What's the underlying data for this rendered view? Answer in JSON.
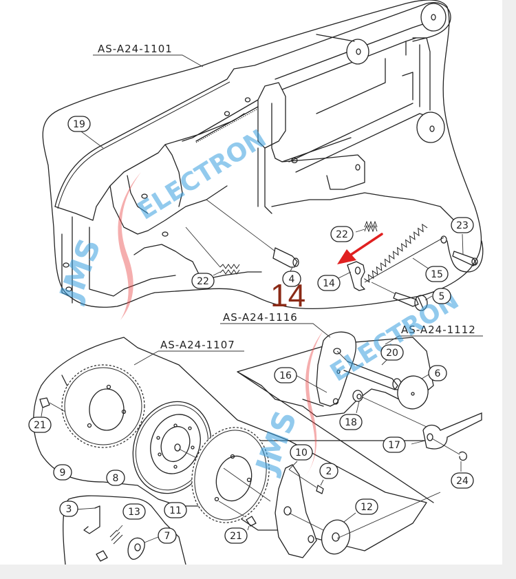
{
  "diagram": {
    "type": "exploded-parts-view",
    "assembly_labels": [
      {
        "id": "asm-1101",
        "text": "AS-A24-1101"
      },
      {
        "id": "asm-1116",
        "text": "AS-A24-1116"
      },
      {
        "id": "asm-1107",
        "text": "AS-A24-1107"
      },
      {
        "id": "asm-1112",
        "text": "AS-A24-1112"
      }
    ],
    "callouts": [
      {
        "id": "19",
        "label": "19"
      },
      {
        "id": "22a",
        "label": "22"
      },
      {
        "id": "22b",
        "label": "22"
      },
      {
        "id": "4",
        "label": "4"
      },
      {
        "id": "14",
        "label": "14"
      },
      {
        "id": "15",
        "label": "15"
      },
      {
        "id": "5",
        "label": "5"
      },
      {
        "id": "23",
        "label": "23"
      },
      {
        "id": "16",
        "label": "16"
      },
      {
        "id": "20",
        "label": "20"
      },
      {
        "id": "6",
        "label": "6"
      },
      {
        "id": "18",
        "label": "18"
      },
      {
        "id": "17",
        "label": "17"
      },
      {
        "id": "24",
        "label": "24"
      },
      {
        "id": "21a",
        "label": "21"
      },
      {
        "id": "9",
        "label": "9"
      },
      {
        "id": "8",
        "label": "8"
      },
      {
        "id": "11",
        "label": "11"
      },
      {
        "id": "21b",
        "label": "21"
      },
      {
        "id": "10",
        "label": "10"
      },
      {
        "id": "2",
        "label": "2"
      },
      {
        "id": "12",
        "label": "12"
      },
      {
        "id": "3",
        "label": "3"
      },
      {
        "id": "13",
        "label": "13"
      },
      {
        "id": "7",
        "label": "7"
      }
    ],
    "highlight": {
      "part_number": "14",
      "arrow_color": "#e02020",
      "number_color": "#8b2a16"
    },
    "watermarks": [
      {
        "text": "JMS",
        "color": "#3aa0e0"
      },
      {
        "text": "ELECTRON",
        "color": "#3aa0e0"
      }
    ]
  }
}
